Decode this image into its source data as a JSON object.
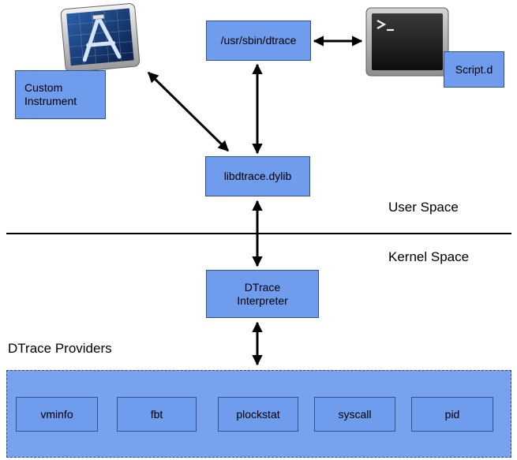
{
  "nodes": {
    "custom_instrument": "Custom\nInstrument",
    "dtrace_cmd": "/usr/sbin/dtrace",
    "script": "Script.d",
    "libdtrace": "libdtrace.dylib",
    "interpreter": "DTrace\nInterpreter"
  },
  "labels": {
    "user_space": "User Space",
    "kernel_space": "Kernel Space",
    "providers": "DTrace Providers"
  },
  "providers": [
    "vminfo",
    "fbt",
    "plockstat",
    "syscall",
    "pid"
  ],
  "icons": {
    "instruments": "instruments-app-icon",
    "terminal": "terminal-app-icon"
  },
  "colors": {
    "box_fill": "#6f9ced",
    "box_border": "#30528f",
    "providers_fill": "#78a2ee",
    "line": "#000000"
  }
}
